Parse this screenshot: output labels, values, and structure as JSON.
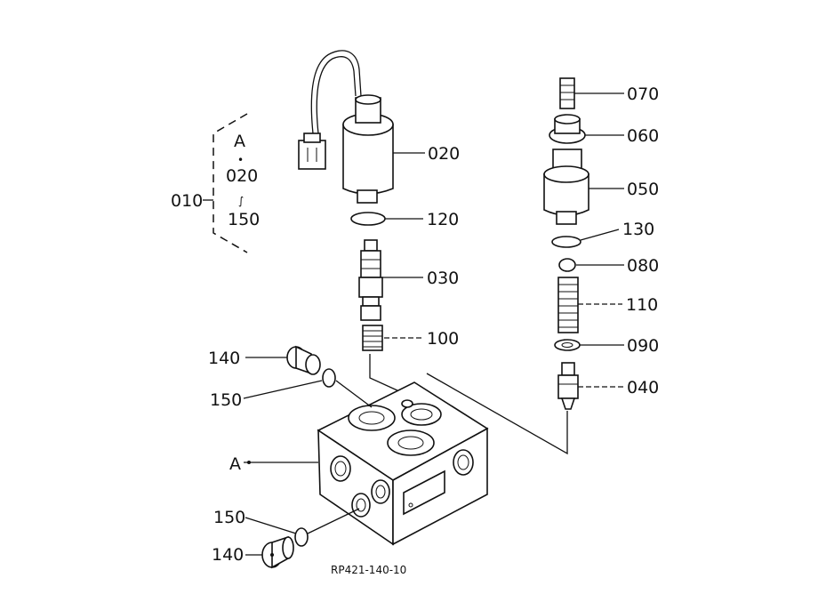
{
  "group": {
    "ref": "010",
    "range_top": "A",
    "range_dot": "•",
    "range_from": "020",
    "range_tilde": "∫",
    "range_to": "150"
  },
  "callouts": {
    "p020": "020",
    "p120": "120",
    "p030": "030",
    "p100": "100",
    "p070": "070",
    "p060": "060",
    "p050": "050",
    "p130": "130",
    "p080": "080",
    "p110": "110",
    "p090": "090",
    "p040": "040",
    "p140_top": "140",
    "p150_top": "150",
    "pA": "A",
    "p150_bot": "150",
    "p140_bot": "140"
  },
  "drawing_code": "RP421-140-10"
}
